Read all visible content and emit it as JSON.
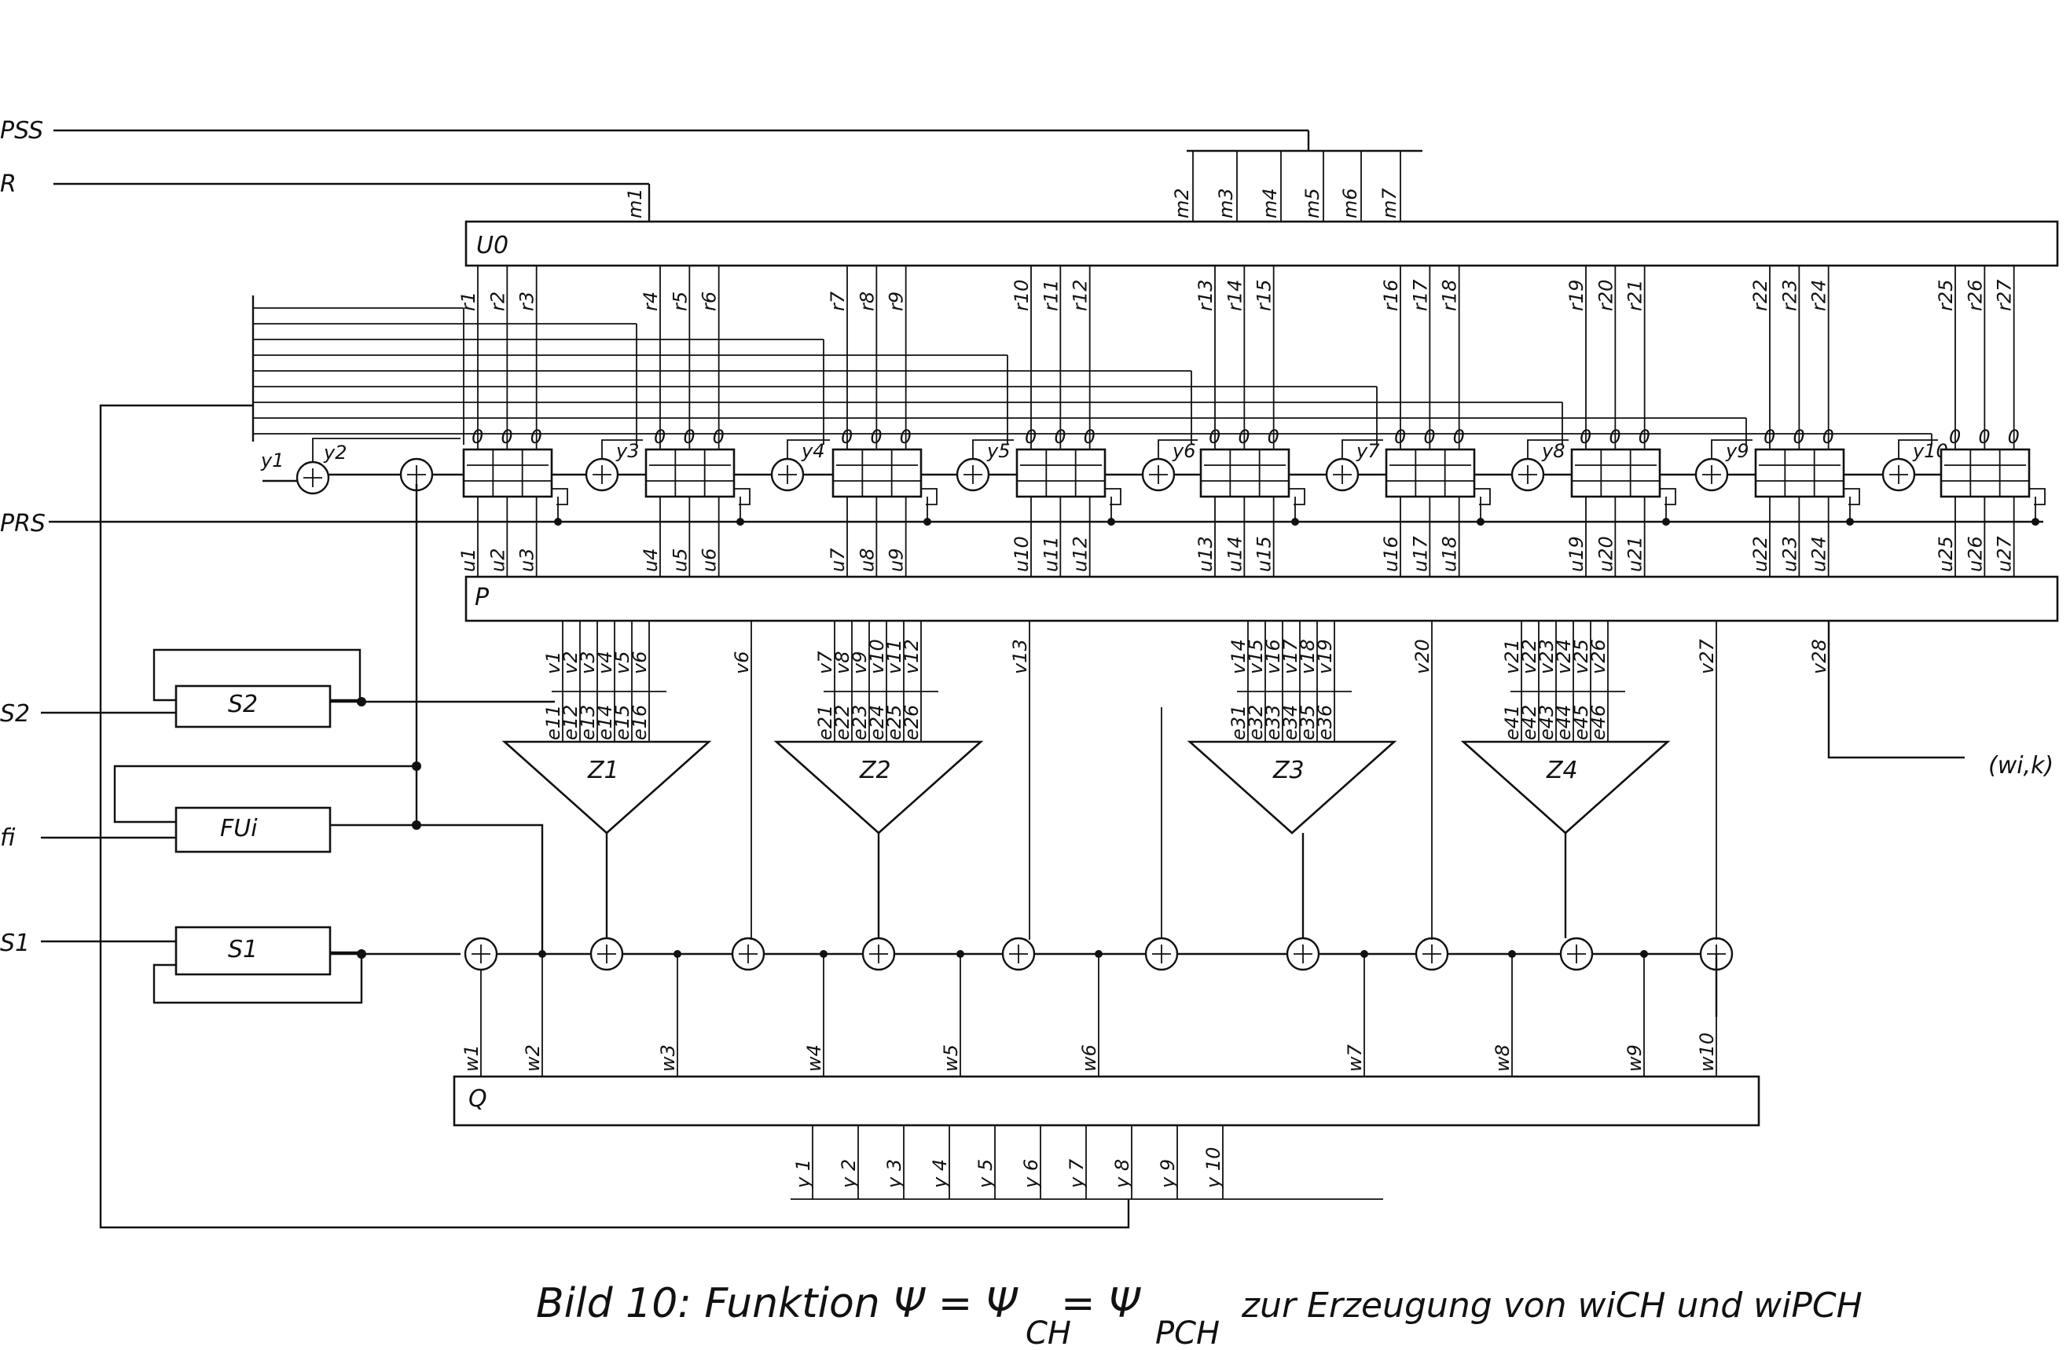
{
  "signals": {
    "pss": "PSS",
    "r": "R",
    "prs": "PRS",
    "s2": "S2",
    "fi": "fi",
    "s1": "S1",
    "out": "(wi,k)"
  },
  "blocks": {
    "u0": "U0",
    "p": "P",
    "q": "Q",
    "s2": "S2",
    "fui": "FUi",
    "s1": "S1",
    "z": [
      "Z1",
      "Z2",
      "Z3",
      "Z4"
    ]
  },
  "m_labels": [
    "m1",
    "m2",
    "m3",
    "m4",
    "m5",
    "m6",
    "m7"
  ],
  "r_labels": [
    "r1",
    "r2",
    "r3",
    "r4",
    "r5",
    "r6",
    "r7",
    "r8",
    "r9",
    "r10",
    "r11",
    "r12",
    "r13",
    "r14",
    "r15",
    "r16",
    "r17",
    "r18",
    "r19",
    "r20",
    "r21",
    "r22",
    "r23",
    "r24",
    "r25",
    "r26",
    "r27"
  ],
  "u_labels": [
    "u1",
    "u2",
    "u3",
    "u4",
    "u5",
    "u6",
    "u7",
    "u8",
    "u9",
    "u10",
    "u11",
    "u12",
    "u13",
    "u14",
    "u15",
    "u16",
    "u17",
    "u18",
    "u19",
    "u20",
    "u21",
    "u22",
    "u23",
    "u24",
    "u25",
    "u26",
    "u27"
  ],
  "y_labels": [
    "y1",
    "y2",
    "y3",
    "y4",
    "y5",
    "y6",
    "y7",
    "y8",
    "y9",
    "y10"
  ],
  "v_labels": [
    "v1",
    "v2",
    "v3",
    "v4",
    "v5",
    "v6",
    "v7",
    "v8",
    "v9",
    "v10",
    "v11",
    "v12",
    "v13",
    "v14",
    "v15",
    "v16",
    "v17",
    "v18",
    "v19",
    "v20",
    "v21",
    "v22",
    "v23",
    "v24",
    "v25",
    "v26",
    "v27",
    "v28"
  ],
  "e_labels": [
    [
      "e11",
      "e12",
      "e13",
      "e14",
      "e15",
      "e16"
    ],
    [
      "e21",
      "e22",
      "e23",
      "e24",
      "e25",
      "e26"
    ],
    [
      "e31",
      "e32",
      "e33",
      "e34",
      "e35",
      "e36"
    ],
    [
      "e41",
      "e42",
      "e43",
      "e44",
      "e45",
      "e46"
    ]
  ],
  "w_labels": [
    "w1",
    "w2",
    "w3",
    "w4",
    "w5",
    "w6",
    "w7",
    "w8",
    "w9",
    "w10"
  ],
  "bottom_y_labels": [
    "y 1",
    "y 2",
    "y 3",
    "y 4",
    "y 5",
    "y 6",
    "y 7",
    "y 8",
    "y 9",
    "y 10"
  ],
  "caption": {
    "prefix": "Bild 10:  Funktion Ψ = Ψ",
    "sub1": "CH",
    "mid": " = Ψ",
    "sub2": "PCH",
    "suffix": "  zur Erzeugung  von wiCH und wiPCH"
  }
}
